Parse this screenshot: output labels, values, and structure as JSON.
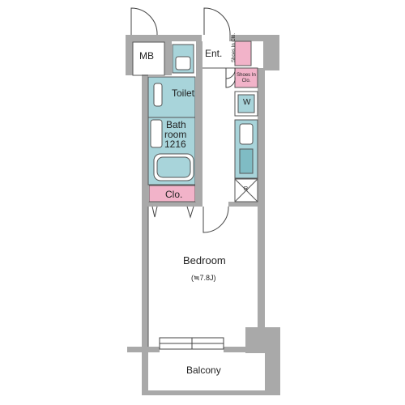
{
  "rooms": {
    "mb": "MB",
    "entrance": "Ent.",
    "shoes_closet_1": "Shoes In Clo.",
    "shoes_closet_2": "Shoes In Clo.",
    "toilet": "Toilet",
    "washer": "W",
    "bathroom_line1": "Bath",
    "bathroom_line2": "room",
    "bathroom_size": "1216",
    "closet": "Clo.",
    "fridge": "R",
    "bedroom": "Bedroom",
    "bedroom_area": "(≒7.8J)",
    "balcony": "Balcony"
  },
  "colors": {
    "wall": "#a9a9a9",
    "wet_area": "#a8d4da",
    "wet_area_dark": "#7fbcc4",
    "storage": "#f2b3c9",
    "line": "#444444"
  }
}
